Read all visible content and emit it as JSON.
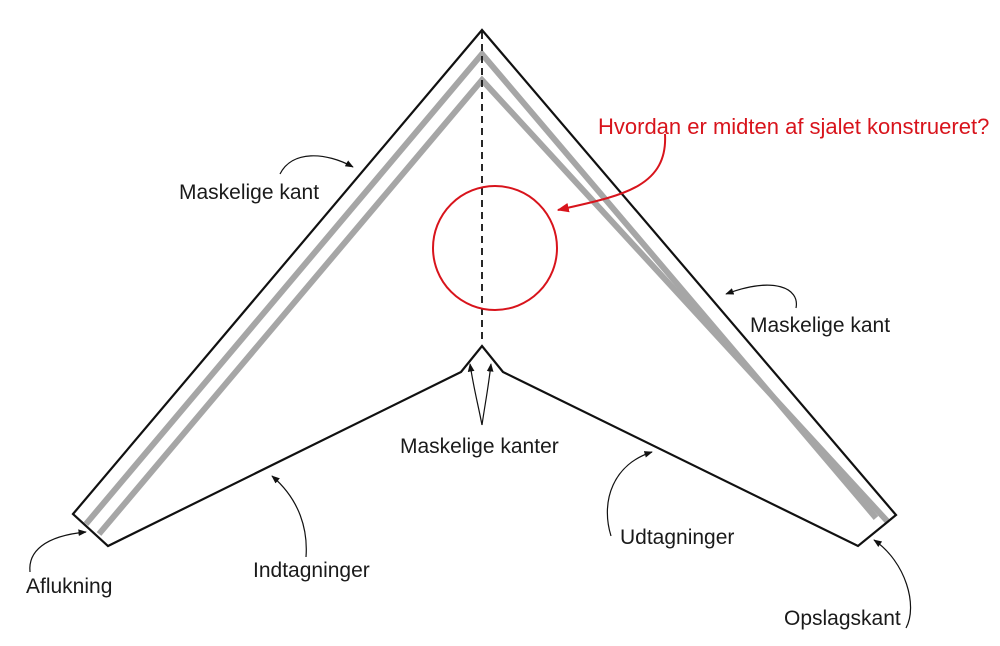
{
  "colors": {
    "outline": "#111111",
    "stripe": "#a6a6a6",
    "accent": "#d8141c",
    "text": "#1a1a1a"
  },
  "labels": {
    "question": "Hvordan er midten af sjalet konstrueret?",
    "edge_left": "Maskelige kant",
    "edge_right": "Maskelige kant",
    "edges_center": "Maskelige kanter",
    "decreases": "Indtagninger",
    "increases": "Udtagninger",
    "bind_off": "Aflukning",
    "cast_on": "Opslagskant"
  }
}
